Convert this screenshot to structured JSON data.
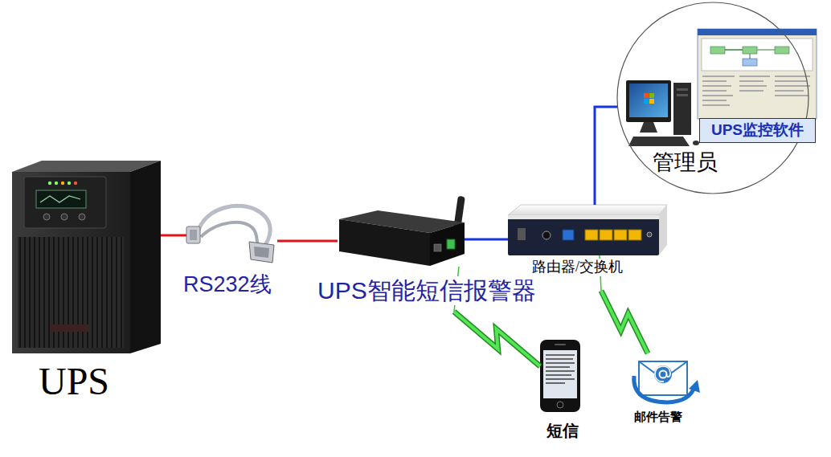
{
  "diagram": {
    "nodes": [
      {
        "text": [
          "UPS"
        ]
      },
      {
        "text": [
          "RS232线"
        ]
      },
      {
        "text": [
          "UPS智能短信报警器"
        ]
      },
      {
        "text": [
          "路由器/交换机"
        ]
      },
      {
        "text": [
          "管理员"
        ]
      },
      {
        "text": [
          "UPS监控软件"
        ],
        "in": 4
      },
      {
        "text": [
          "短信"
        ]
      },
      {
        "text": [
          "邮件告警"
        ]
      }
    ],
    "edges": [
      {
        "from": 0,
        "to": 1,
        "arrow": "none"
      },
      {
        "from": 1,
        "to": 2,
        "arrow": "none"
      },
      {
        "from": 2,
        "to": 3,
        "arrow": "none"
      },
      {
        "from": 3,
        "to": 4,
        "arrow": "none"
      },
      {
        "from": 2,
        "to": 6,
        "arrow": "none"
      },
      {
        "from": 3,
        "to": 7,
        "arrow": "none"
      }
    ]
  }
}
